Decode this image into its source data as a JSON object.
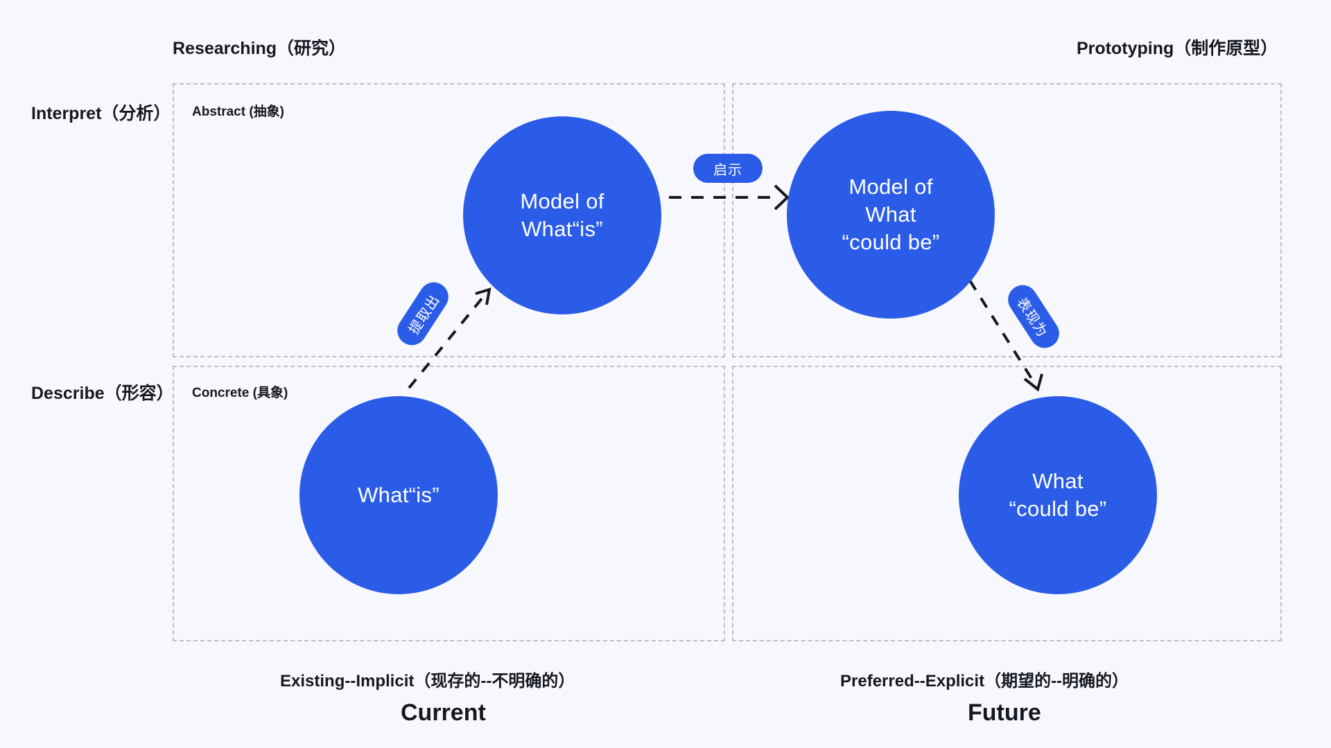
{
  "canvas": {
    "background_color": "#f7f8fd",
    "accent_color": "#2b5ce8",
    "border_color": "#b9bdc9",
    "text_color": "#15181f"
  },
  "axes": {
    "top_left": "Researching（研究）",
    "top_right": "Prototyping（制作原型）",
    "left_top": "Interpret（分析）",
    "left_bottom": "Describe（形容）",
    "bottom_left_sub": "Existing--Implicit（现存的--不明确的）",
    "bottom_left_main": "Current",
    "bottom_right_sub": "Preferred--Explicit（期望的--明确的）",
    "bottom_right_main": "Future"
  },
  "quadrant_tags": {
    "abstract": "Abstract (抽象)",
    "concrete": "Concrete (具象)"
  },
  "nodes": [
    {
      "id": "model-of-what-is",
      "label": "Model of\nWhat“is”",
      "quadrant": "top-left",
      "fill": "#2b5ce8"
    },
    {
      "id": "model-of-what-could-be",
      "label": "Model of\nWhat\n“could be”",
      "quadrant": "top-right",
      "fill": "#2b5ce8"
    },
    {
      "id": "what-is",
      "label": "What“is”",
      "quadrant": "bottom-left",
      "fill": "#2b5ce8"
    },
    {
      "id": "what-could-be",
      "label": "What\n“could be”",
      "quadrant": "bottom-right",
      "fill": "#2b5ce8"
    }
  ],
  "connections": [
    {
      "id": "extract",
      "label": "提取出",
      "from": "what-is",
      "to": "model-of-what-is",
      "style": "dashed",
      "direction": "up-right"
    },
    {
      "id": "inspire",
      "label": "启示",
      "from": "model-of-what-is",
      "to": "model-of-what-could-be",
      "style": "dashed",
      "direction": "right"
    },
    {
      "id": "manifest",
      "label": "表现为",
      "from": "model-of-what-could-be",
      "to": "what-could-be",
      "style": "dashed",
      "direction": "down-right"
    }
  ]
}
